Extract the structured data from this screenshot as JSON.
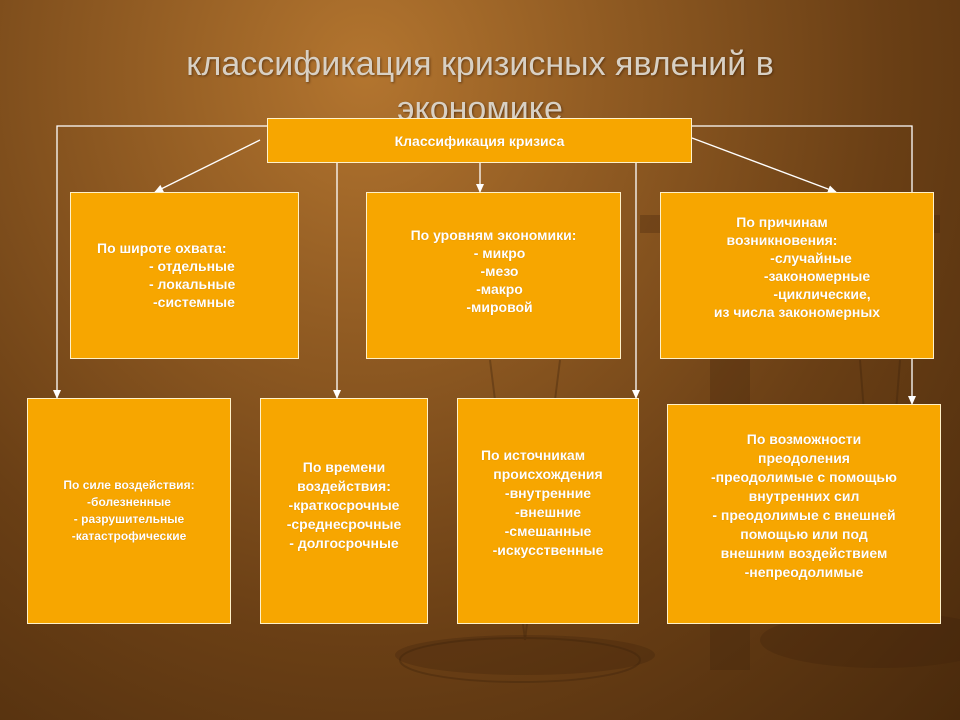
{
  "title": {
    "line1": "классификация кризисных явлений  в",
    "line2": "экономике"
  },
  "root": {
    "label": "Классификация кризиса"
  },
  "boxes": {
    "scope": {
      "heading": "По широте охвата:",
      "items": [
        "- отдельные",
        "- локальные",
        "-системные"
      ]
    },
    "levels": {
      "heading": "По уровням экономики:",
      "items": [
        "- микро",
        "-мезо",
        "-макро",
        "-мировой"
      ]
    },
    "causes": {
      "heading": [
        "По причинам",
        "возникновения:"
      ],
      "items": [
        "-случайные",
        "-закономерные",
        "-циклические,",
        "из числа закономерных"
      ]
    },
    "force": {
      "heading": "По силе воздействия:",
      "items": [
        "-болезненные",
        "- разрушительные",
        "-катастрофические"
      ]
    },
    "time": {
      "heading": [
        "По времени",
        "воздействия:"
      ],
      "items": [
        "-краткосрочные",
        "-среднесрочные",
        "- долгосрочные"
      ]
    },
    "source": {
      "heading": [
        "По источникам",
        "происхождения"
      ],
      "items": [
        "-внутренние",
        "-внешние",
        "-смешанные",
        "-искусственные"
      ]
    },
    "overcome": {
      "heading": [
        "По возможности",
        "преодоления"
      ],
      "items": [
        "-преодолимые с помощью",
        "внутренних сил",
        "- преодолимые с внешней",
        "помощью или под",
        "внешним воздействием",
        "-непреодолимые"
      ]
    }
  }
}
